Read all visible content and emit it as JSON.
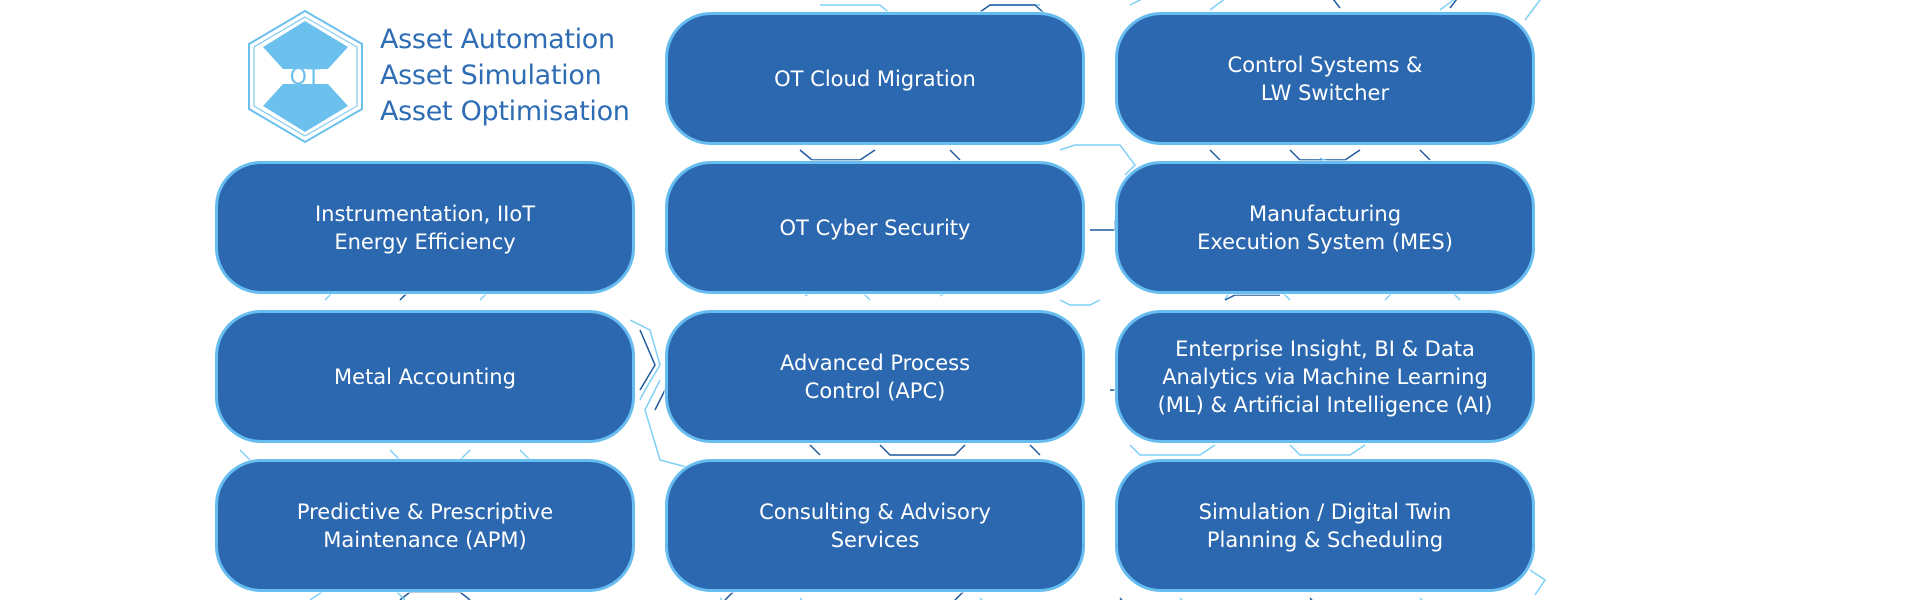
{
  "logo": {
    "badge": "OT",
    "lines": [
      "Asset Automation",
      "Asset Simulation",
      "Asset Optimisation"
    ]
  },
  "tiles": [
    "OT Cloud Migration",
    "Control Systems &\nLW Switcher",
    "Instrumentation, IIoT\nEnergy Efficiency",
    "OT Cyber Security",
    "Manufacturing\nExecution System (MES)",
    "Metal Accounting",
    "Advanced Process\nControl (APC)",
    "Enterprise Insight, BI & Data\nAnalytics via Machine Learning\n(ML) & Artificial Intelligence (AI)",
    "Predictive & Prescriptive\nMaintenance (APM)",
    "Consulting & Advisory\nServices",
    "Simulation / Digital Twin\nPlanning & Scheduling"
  ],
  "colors": {
    "tile_fill": "#2c68b0",
    "tile_border": "#67bdf0",
    "logo_text": "#2e6db4",
    "logo_fill": "#6cc0ee",
    "hex_line_light": "#7fd0f5",
    "hex_line_dark": "#1f5a9e"
  }
}
